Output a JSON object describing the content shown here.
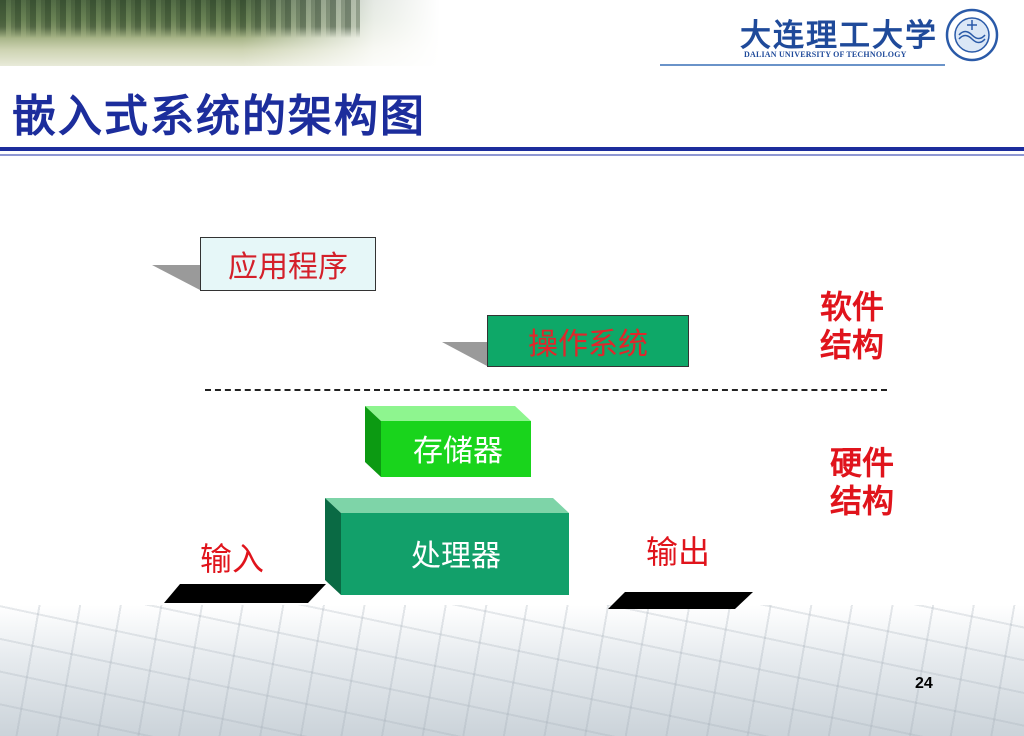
{
  "header": {
    "logo_cn": "大连理工大学",
    "logo_en": "DALIAN UNIVERSITY OF TECHNOLOGY"
  },
  "title": "嵌入式系统的架构图",
  "diagram": {
    "application": "应用程序",
    "os": "操作系统",
    "memory": "存储器",
    "processor": "处理器",
    "input": "输入",
    "output": "输出",
    "software_label": [
      "软件",
      "结构"
    ],
    "hardware_label": [
      "硬件",
      "结构"
    ]
  },
  "page_number": "24",
  "colors": {
    "title": "#1c2d9c",
    "label_red": "#e0141c",
    "memory_green": "#19d41c",
    "processor_green": "#12a06a",
    "os_green": "#0ea868"
  }
}
